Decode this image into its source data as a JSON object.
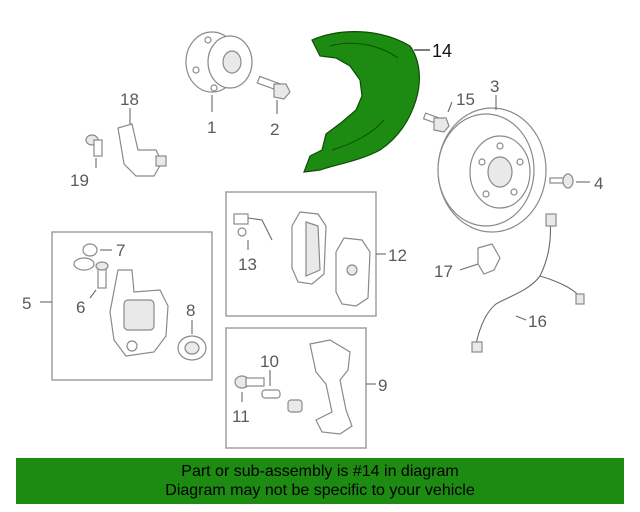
{
  "callouts": {
    "c1": "1",
    "c2": "2",
    "c3": "3",
    "c4": "4",
    "c5": "5",
    "c6": "6",
    "c7": "7",
    "c8": "8",
    "c9": "9",
    "c10": "10",
    "c11": "11",
    "c12": "12",
    "c13": "13",
    "c14": "14",
    "c15": "15",
    "c16": "16",
    "c17": "17",
    "c18": "18",
    "c19": "19"
  },
  "highlight": {
    "part_number": "14",
    "color": "#1d8a11"
  },
  "banner": {
    "line1": "Part or sub-assembly is #14 in diagram",
    "line2": "Diagram may not be specific to your vehicle",
    "background": "#1d8a11"
  }
}
